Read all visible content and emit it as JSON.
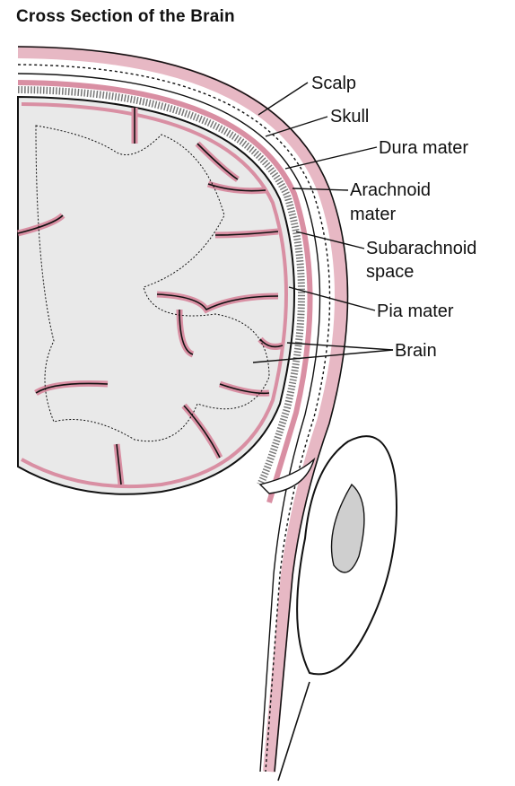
{
  "title": "Cross Section of the Brain",
  "labels": {
    "scalp": "Scalp",
    "skull": "Skull",
    "dura": "Dura mater",
    "arachnoid_1": "Arachnoid",
    "arachnoid_2": "mater",
    "subarachnoid_1": "Subarachnoid",
    "subarachnoid_2": "space",
    "pia": "Pia mater",
    "brain": "Brain"
  },
  "colors": {
    "pia_pink": "#d98fa3",
    "brain_fill": "#e9e9e9",
    "scalp_pink": "#e7b8c4",
    "line": "#111111"
  }
}
